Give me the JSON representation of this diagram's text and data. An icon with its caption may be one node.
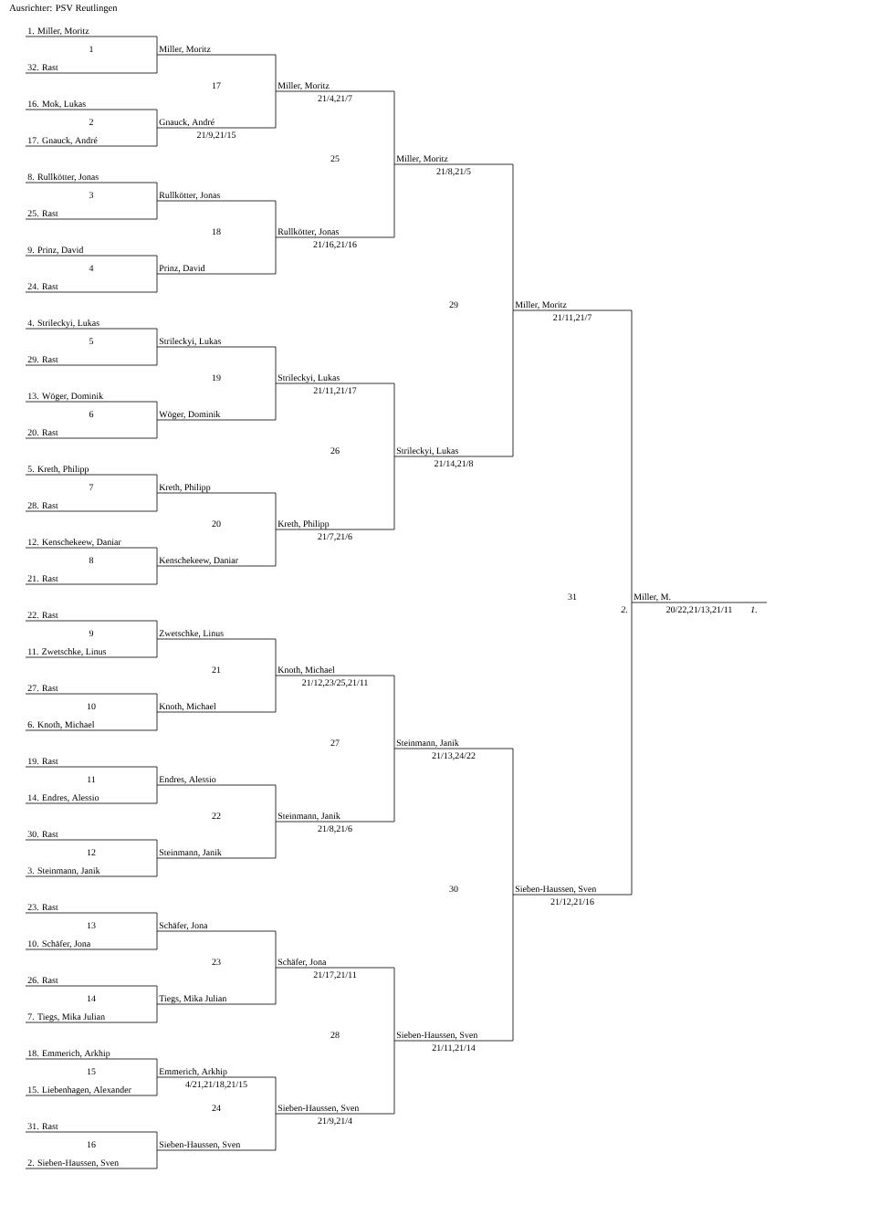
{
  "diagram": {
    "title": "Ausrichter: PSV Reutlingen",
    "labels": [
      "1. Miller, Moritz",
      "1",
      "Miller, Moritz",
      "32. Rast",
      "17",
      "Miller, Moritz",
      "21/4,21/7",
      "16. Mok, Lukas",
      "2",
      "Gnauck, André",
      "21/9,21/15",
      "17. Gnauck, André",
      "25",
      "Miller, Moritz",
      "21/8,21/5",
      "8. Rullkötter, Jonas",
      "3",
      "Rullkötter, Jonas",
      "25. Rast",
      "18",
      "Rullkötter, Jonas",
      "21/16,21/16",
      "9. Prinz, David",
      "4",
      "Prinz, David",
      "24. Rast",
      "29",
      "Miller, Moritz",
      "21/11,21/7",
      "4. Strileckyi, Lukas",
      "5",
      "Strileckyi, Lukas",
      "29. Rast",
      "19",
      "Strileckyi, Lukas",
      "21/11,21/17",
      "13. Wöger, Dominik",
      "6",
      "Wöger, Dominik",
      "20. Rast",
      "26",
      "Strileckyi, Lukas",
      "21/14,21/8",
      "5. Kreth, Philipp",
      "7",
      "Kreth, Philipp",
      "28. Rast",
      "20",
      "Kreth, Philipp",
      "21/7,21/6",
      "12. Kenschekeew, Daniar",
      "8",
      "Kenschekeew, Daniar",
      "21. Rast",
      "31",
      "Miller, M.",
      "2.",
      "20/22,21/13,21/11",
      "1.",
      "22. Rast",
      "9",
      "Zwetschke, Linus",
      "11. Zwetschke, Linus",
      "21",
      "Knoth, Michael",
      "21/12,23/25,21/11",
      "27. Rast",
      "10",
      "Knoth, Michael",
      "6. Knoth, Michael",
      "27",
      "Steinmann, Janik",
      "21/13,24/22",
      "19. Rast",
      "11",
      "Endres, Alessio",
      "14. Endres, Alessio",
      "22",
      "Steinmann, Janik",
      "21/8,21/6",
      "30. Rast",
      "12",
      "Steinmann, Janik",
      "3. Steinmann, Janik",
      "30",
      "Sieben-Haussen, Sven",
      "21/12,21/16",
      "23. Rast",
      "13",
      "Schäfer, Jona",
      "10. Schäfer, Jona",
      "23",
      "Schäfer, Jona",
      "21/17,21/11",
      "26. Rast",
      "14",
      "Tiegs, Mika Julian",
      "7. Tiegs, Mika Julian",
      "28",
      "Sieben-Haussen, Sven",
      "21/11,21/14",
      "18. Emmerich, Arkhip",
      "15",
      "Emmerich, Arkhip",
      "4/21,21/18,21/15",
      "15. Liebenhagen, Alexander",
      "24",
      "Sieben-Haussen, Sven",
      "21/9,21/4",
      "31. Rast",
      "16",
      "Sieben-Haussen, Sven",
      "2. Sieben-Haussen, Sven"
    ]
  }
}
